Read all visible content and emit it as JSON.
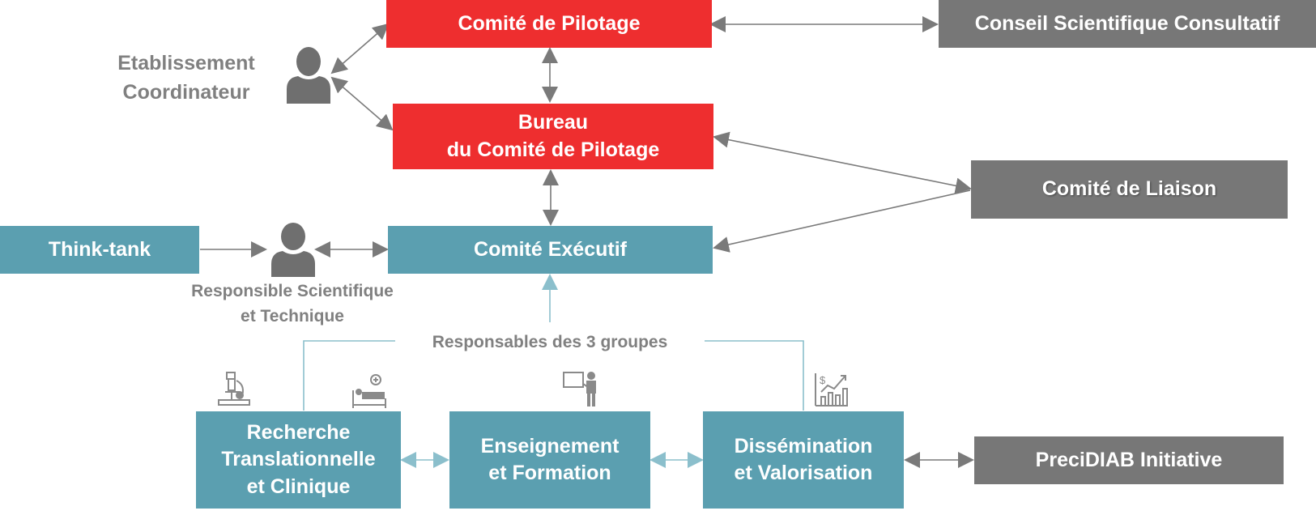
{
  "nodes": {
    "comite_pilotage": "Comité de Pilotage",
    "conseil_scientifique": "Conseil Scientifique Consultatif",
    "bureau_line1": "Bureau",
    "bureau_line2": "du Comité de Pilotage",
    "comite_liaison": "Comité de Liaison",
    "think_tank": "Think-tank",
    "comite_executif": "Comité Exécutif",
    "recherche_line1": "Recherche",
    "recherche_line2": "Translationnelle",
    "recherche_line3": "et Clinique",
    "enseignement_line1": "Enseignement",
    "enseignement_line2": "et Formation",
    "dissemination_line1": "Dissémination",
    "dissemination_line2": "et Valorisation",
    "precidiab": "PreciDIAB Initiative"
  },
  "labels": {
    "etablissement_line1": "Etablissement",
    "etablissement_line2": "Coordinateur",
    "responsible_line1": "Responsible Scientifique",
    "responsible_line2": "et Technique",
    "responsables_groupes": "Responsables des 3 groupes"
  },
  "icons": [
    "person-icon",
    "microscope-icon",
    "patient-bed-icon",
    "teacher-board-icon",
    "growth-chart-icon"
  ],
  "colors": {
    "red": "#ee2e2f",
    "grey": "#777777",
    "teal": "#5b9fb0",
    "label_grey": "#808080",
    "arrow_grey": "#7a7a7a",
    "arrow_teal": "#8bbfcc"
  }
}
